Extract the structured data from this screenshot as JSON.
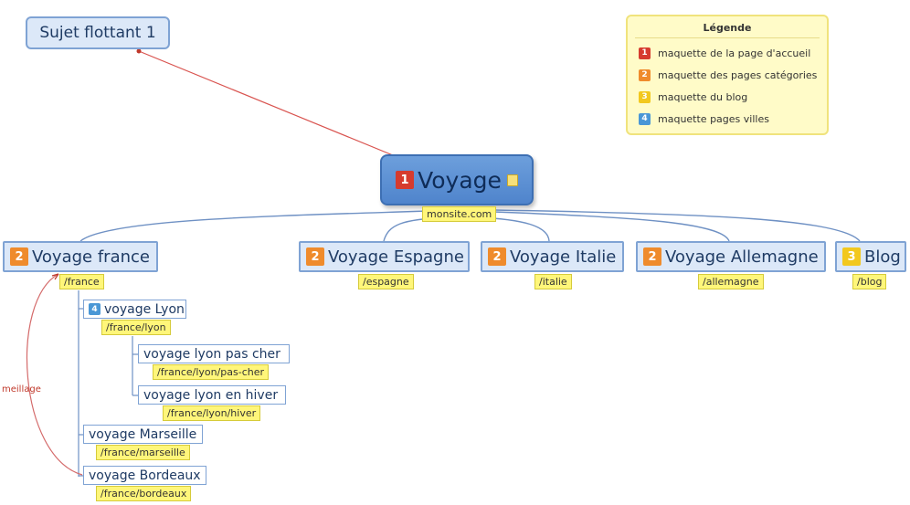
{
  "floating_topic": {
    "label": "Sujet flottant 1"
  },
  "legend": {
    "title": "Légende",
    "items": [
      {
        "marker": "1",
        "color": "#d63b2e",
        "label": "maquette de la page d'accueil"
      },
      {
        "marker": "2",
        "color": "#ef8b2c",
        "label": "maquette des pages catégories"
      },
      {
        "marker": "3",
        "color": "#f2c81e",
        "label": "maquette du blog"
      },
      {
        "marker": "4",
        "color": "#4a97d6",
        "label": "maquette pages villes"
      }
    ]
  },
  "root": {
    "marker": "1",
    "label": "Voyage",
    "url": "monsite.com"
  },
  "branches": [
    {
      "marker": "2",
      "label": "Voyage france",
      "url": "/france"
    },
    {
      "marker": "2",
      "label": "Voyage Espagne",
      "url": "/espagne"
    },
    {
      "marker": "2",
      "label": "Voyage Italie",
      "url": "/italie"
    },
    {
      "marker": "2",
      "label": "Voyage Allemagne",
      "url": "/allemagne"
    },
    {
      "marker": "3",
      "label": "Blog",
      "url": "/blog"
    }
  ],
  "france_children": [
    {
      "marker": "4",
      "label": "voyage Lyon",
      "url": "/france/lyon"
    },
    {
      "label": "voyage lyon pas cher",
      "url": "/france/lyon/pas-cher"
    },
    {
      "label": "voyage lyon en hiver",
      "url": "/france/lyon/hiver"
    },
    {
      "label": "voyage Marseille",
      "url": "/france/marseille"
    },
    {
      "label": "voyage Bordeaux",
      "url": "/france/bordeaux"
    }
  ],
  "relationship_label": "meillage",
  "colors": {
    "node_fill": "#dce8f8",
    "node_border": "#7fa3d4",
    "root_fill": "#5b8fd6",
    "url_tag": "#fff67a",
    "relationship": "#c0392b"
  }
}
